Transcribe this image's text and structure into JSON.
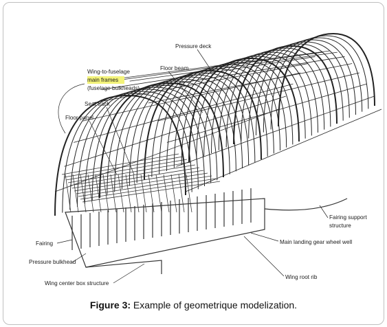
{
  "figure": {
    "caption_prefix": "Figure 3:",
    "caption_text": " Example of geometrique modelization.",
    "labels": {
      "pressure_deck": "Pressure deck",
      "floor_beam": "Floor beam",
      "wing_fuselage_1": "Wing-to-fuselage",
      "wing_fuselage_2": "main frames",
      "wing_fuselage_3": "(fuselage bulkheads)",
      "seat_track": "Seat track",
      "floor_panel": "Floor panel",
      "fairing_support_1": "Fairing support",
      "fairing_support_2": "structure",
      "main_landing_gear": "Main landing gear wheel well",
      "fairing": "Fairing",
      "pressure_bulkhead": "Pressure bulkhead",
      "wing_center_box": "Wing center box structure",
      "wing_root_rib": "Wing root rib"
    },
    "colors": {
      "line": "#222222",
      "highlight": "#f3f37a"
    }
  }
}
